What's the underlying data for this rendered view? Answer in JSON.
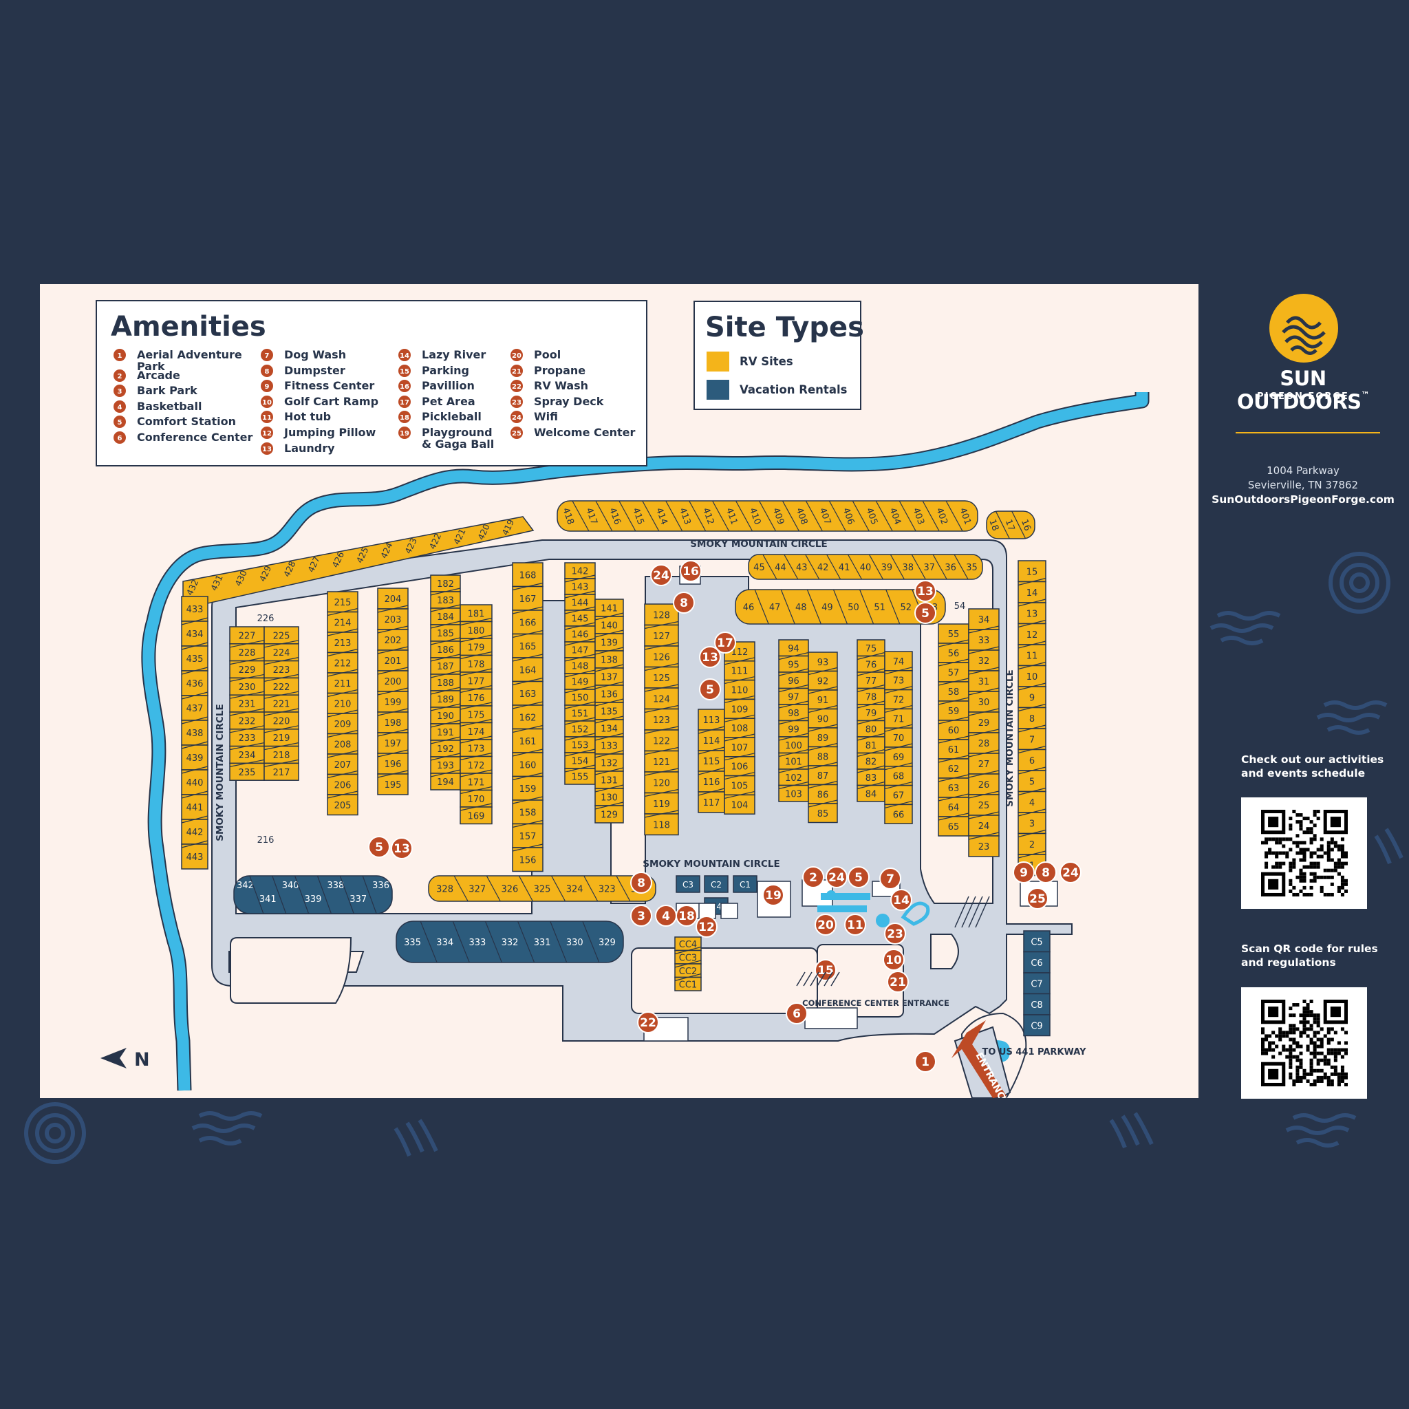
{
  "colors": {
    "background": "#27344a",
    "card": "#fdf2ec",
    "rv": "#f4b41a",
    "rental": "#2c5b7c",
    "amenity": "#bd4a25",
    "road": "#d0d7e2",
    "river": "#3db9e6",
    "navy": "#27344a"
  },
  "amenities": {
    "title": "Amenities",
    "items": [
      {
        "num": "1",
        "label": "Aerial Adventure Park"
      },
      {
        "num": "2",
        "label": "Arcade"
      },
      {
        "num": "3",
        "label": "Bark Park"
      },
      {
        "num": "4",
        "label": "Basketball"
      },
      {
        "num": "5",
        "label": "Comfort Station"
      },
      {
        "num": "6",
        "label": "Conference Center"
      },
      {
        "num": "7",
        "label": "Dog Wash"
      },
      {
        "num": "8",
        "label": "Dumpster"
      },
      {
        "num": "9",
        "label": "Fitness Center"
      },
      {
        "num": "10",
        "label": "Golf Cart Ramp"
      },
      {
        "num": "11",
        "label": "Hot tub"
      },
      {
        "num": "12",
        "label": "Jumping Pillow"
      },
      {
        "num": "13",
        "label": "Laundry"
      },
      {
        "num": "14",
        "label": "Lazy River"
      },
      {
        "num": "15",
        "label": "Parking"
      },
      {
        "num": "16",
        "label": "Pavillion"
      },
      {
        "num": "17",
        "label": "Pet Area"
      },
      {
        "num": "18",
        "label": "Pickleball"
      },
      {
        "num": "19",
        "label": "Playground & Gaga Ball"
      },
      {
        "num": "20",
        "label": "Pool"
      },
      {
        "num": "21",
        "label": "Propane"
      },
      {
        "num": "22",
        "label": "RV Wash"
      },
      {
        "num": "23",
        "label": "Spray Deck"
      },
      {
        "num": "24",
        "label": "Wifi"
      },
      {
        "num": "25",
        "label": "Welcome Center"
      }
    ]
  },
  "site_types": {
    "title": "Site Types",
    "items": [
      {
        "label": "RV Sites",
        "color": "#f4b41a"
      },
      {
        "label": "Vacation Rentals",
        "color": "#2c5b7c"
      }
    ]
  },
  "road_labels": {
    "top": "SMOKY MOUNTAIN CIRCLE",
    "middle": "SMOKY MOUNTAIN CIRCLE",
    "left": "SMOKY MOUNTAIN CIRCLE",
    "right": "SMOKY MOUNTAIN CIRCLE"
  },
  "map_text": {
    "conference_entrance": "CONFERENCE CENTER ENTRANCE",
    "entrance": "ENTRANCE",
    "to_parkway": "TO US 441 PARKWAY",
    "north": "N"
  },
  "site_rows": [
    {
      "id": "r419_432",
      "type": "rv",
      "labels": [
        "432",
        "431",
        "430",
        "429",
        "428",
        "427",
        "426",
        "425",
        "424",
        "423",
        "422",
        "421",
        "420",
        "419"
      ]
    },
    {
      "id": "r433_443",
      "type": "rv",
      "labels": [
        "433",
        "434",
        "435",
        "436",
        "437",
        "438",
        "439",
        "440",
        "441",
        "442",
        "443"
      ]
    },
    {
      "id": "r401_418",
      "type": "rv",
      "labels": [
        "418",
        "417",
        "416",
        "415",
        "414",
        "413",
        "412",
        "411",
        "410",
        "409",
        "408",
        "407",
        "406",
        "405",
        "404",
        "403",
        "402",
        "401"
      ]
    },
    {
      "id": "r16_18",
      "type": "rv",
      "labels": [
        "18",
        "17",
        "16"
      ]
    },
    {
      "id": "r35_45",
      "type": "rv",
      "labels": [
        "45",
        "44",
        "43",
        "42",
        "41",
        "40",
        "39",
        "38",
        "37",
        "36",
        "35"
      ]
    },
    {
      "id": "r46_53",
      "type": "rv",
      "labels": [
        "46",
        "47",
        "48",
        "49",
        "50",
        "51",
        "52",
        "53"
      ]
    },
    {
      "id": "r1_15",
      "type": "rv",
      "labels": [
        "15",
        "14",
        "13",
        "12",
        "11",
        "10",
        "9",
        "8",
        "7",
        "6",
        "5",
        "4",
        "3",
        "2",
        "1"
      ]
    },
    {
      "id": "r216_226L",
      "type": "rv",
      "labels": [
        "227",
        "228",
        "229",
        "230",
        "231",
        "232",
        "233",
        "234",
        "235"
      ]
    },
    {
      "id": "r216_226R",
      "type": "rv",
      "labels": [
        "225",
        "224",
        "223",
        "222",
        "221",
        "220",
        "219",
        "218",
        "217"
      ]
    },
    {
      "id": "r205_215",
      "type": "rv",
      "labels": [
        "215",
        "214",
        "213",
        "212",
        "211",
        "210",
        "209",
        "208",
        "207",
        "206",
        "205"
      ]
    },
    {
      "id": "r195_204",
      "type": "rv",
      "labels": [
        "204",
        "203",
        "202",
        "201",
        "200",
        "199",
        "198",
        "197",
        "196",
        "195"
      ]
    },
    {
      "id": "r182_194",
      "type": "rv",
      "labels": [
        "182",
        "183",
        "184",
        "185",
        "186",
        "187",
        "188",
        "189",
        "190",
        "191",
        "192",
        "193",
        "194"
      ]
    },
    {
      "id": "r169_181",
      "type": "rv",
      "labels": [
        "181",
        "180",
        "179",
        "178",
        "177",
        "176",
        "175",
        "174",
        "173",
        "172",
        "171",
        "170",
        "169"
      ]
    },
    {
      "id": "r156_168",
      "type": "rv",
      "labels": [
        "168",
        "167",
        "166",
        "165",
        "164",
        "163",
        "162",
        "161",
        "160",
        "159",
        "158",
        "157",
        "156"
      ]
    },
    {
      "id": "r142_155",
      "type": "rv",
      "labels": [
        "142",
        "143",
        "144",
        "145",
        "146",
        "147",
        "148",
        "149",
        "150",
        "151",
        "152",
        "153",
        "154",
        "155"
      ]
    },
    {
      "id": "r129_141",
      "type": "rv",
      "labels": [
        "141",
        "140",
        "139",
        "138",
        "137",
        "136",
        "135",
        "134",
        "133",
        "132",
        "131",
        "130",
        "129"
      ]
    },
    {
      "id": "r118_128",
      "type": "rv",
      "labels": [
        "128",
        "127",
        "126",
        "125",
        "124",
        "123",
        "122",
        "121",
        "120",
        "119",
        "118"
      ]
    },
    {
      "id": "r113_117",
      "type": "rv",
      "labels": [
        "113",
        "114",
        "115",
        "116",
        "117"
      ]
    },
    {
      "id": "r104_112",
      "type": "rv",
      "labels": [
        "112",
        "111",
        "110",
        "109",
        "108",
        "107",
        "106",
        "105",
        "104"
      ]
    },
    {
      "id": "r94_103",
      "type": "rv",
      "labels": [
        "94",
        "95",
        "96",
        "97",
        "98",
        "99",
        "100",
        "101",
        "102",
        "103"
      ]
    },
    {
      "id": "r85_93",
      "type": "rv",
      "labels": [
        "93",
        "92",
        "91",
        "90",
        "89",
        "88",
        "87",
        "86",
        "85"
      ]
    },
    {
      "id": "r75_84",
      "type": "rv",
      "labels": [
        "75",
        "76",
        "77",
        "78",
        "79",
        "80",
        "81",
        "82",
        "83",
        "84"
      ]
    },
    {
      "id": "r66_74",
      "type": "rv",
      "labels": [
        "74",
        "73",
        "72",
        "71",
        "70",
        "69",
        "68",
        "67",
        "66"
      ]
    },
    {
      "id": "r55_65",
      "type": "rv",
      "labels": [
        "55",
        "56",
        "57",
        "58",
        "59",
        "60",
        "61",
        "62",
        "63",
        "64",
        "65"
      ]
    },
    {
      "id": "r23_34",
      "type": "rv",
      "labels": [
        "34",
        "33",
        "32",
        "31",
        "30",
        "29",
        "28",
        "27",
        "26",
        "25",
        "24",
        "23"
      ]
    },
    {
      "id": "r322_328",
      "type": "rv",
      "labels": [
        "328",
        "327",
        "326",
        "325",
        "324",
        "323",
        "322"
      ]
    },
    {
      "id": "rcc",
      "type": "rv",
      "labels": [
        "CC4",
        "CC3",
        "CC2",
        "CC1"
      ]
    },
    {
      "id": "r336_342",
      "type": "rental",
      "labels": [
        "342",
        "341",
        "340",
        "339",
        "338",
        "337",
        "336"
      ]
    },
    {
      "id": "r329_335",
      "type": "rental",
      "labels": [
        "335",
        "334",
        "333",
        "332",
        "331",
        "330",
        "329"
      ]
    },
    {
      "id": "rc",
      "type": "rental",
      "labels": [
        "C3",
        "C2",
        "C1",
        "C4"
      ]
    },
    {
      "id": "rc5_9",
      "type": "rental",
      "labels": [
        "C5",
        "C6",
        "C7",
        "C8",
        "C9"
      ]
    }
  ],
  "single_labels": {
    "s216": "216",
    "s226": "226",
    "s54": "54"
  },
  "markers": [
    {
      "n": "24"
    },
    {
      "n": "16"
    },
    {
      "n": "8"
    },
    {
      "n": "13"
    },
    {
      "n": "5"
    },
    {
      "n": "17"
    },
    {
      "n": "13"
    },
    {
      "n": "5"
    },
    {
      "n": "5"
    },
    {
      "n": "13"
    },
    {
      "n": "8"
    },
    {
      "n": "3"
    },
    {
      "n": "4"
    },
    {
      "n": "18"
    },
    {
      "n": "12"
    },
    {
      "n": "19"
    },
    {
      "n": "2"
    },
    {
      "n": "24"
    },
    {
      "n": "5"
    },
    {
      "n": "7"
    },
    {
      "n": "14"
    },
    {
      "n": "20"
    },
    {
      "n": "11"
    },
    {
      "n": "23"
    },
    {
      "n": "10"
    },
    {
      "n": "21"
    },
    {
      "n": "15"
    },
    {
      "n": "6"
    },
    {
      "n": "22"
    },
    {
      "n": "1"
    },
    {
      "n": "9"
    },
    {
      "n": "8"
    },
    {
      "n": "24"
    },
    {
      "n": "25"
    }
  ],
  "brand": {
    "name": "SUN OUTDOORS",
    "tm": "™",
    "sub": "PIGEON FORGE"
  },
  "address": {
    "line1": "1004 Parkway",
    "line2": "Sevierville, TN 37862",
    "web": "SunOutdoorsPigeonForge.com"
  },
  "qr": {
    "caption1": "Check out our activities and events schedule",
    "caption2": "Scan QR code for rules and regulations"
  }
}
